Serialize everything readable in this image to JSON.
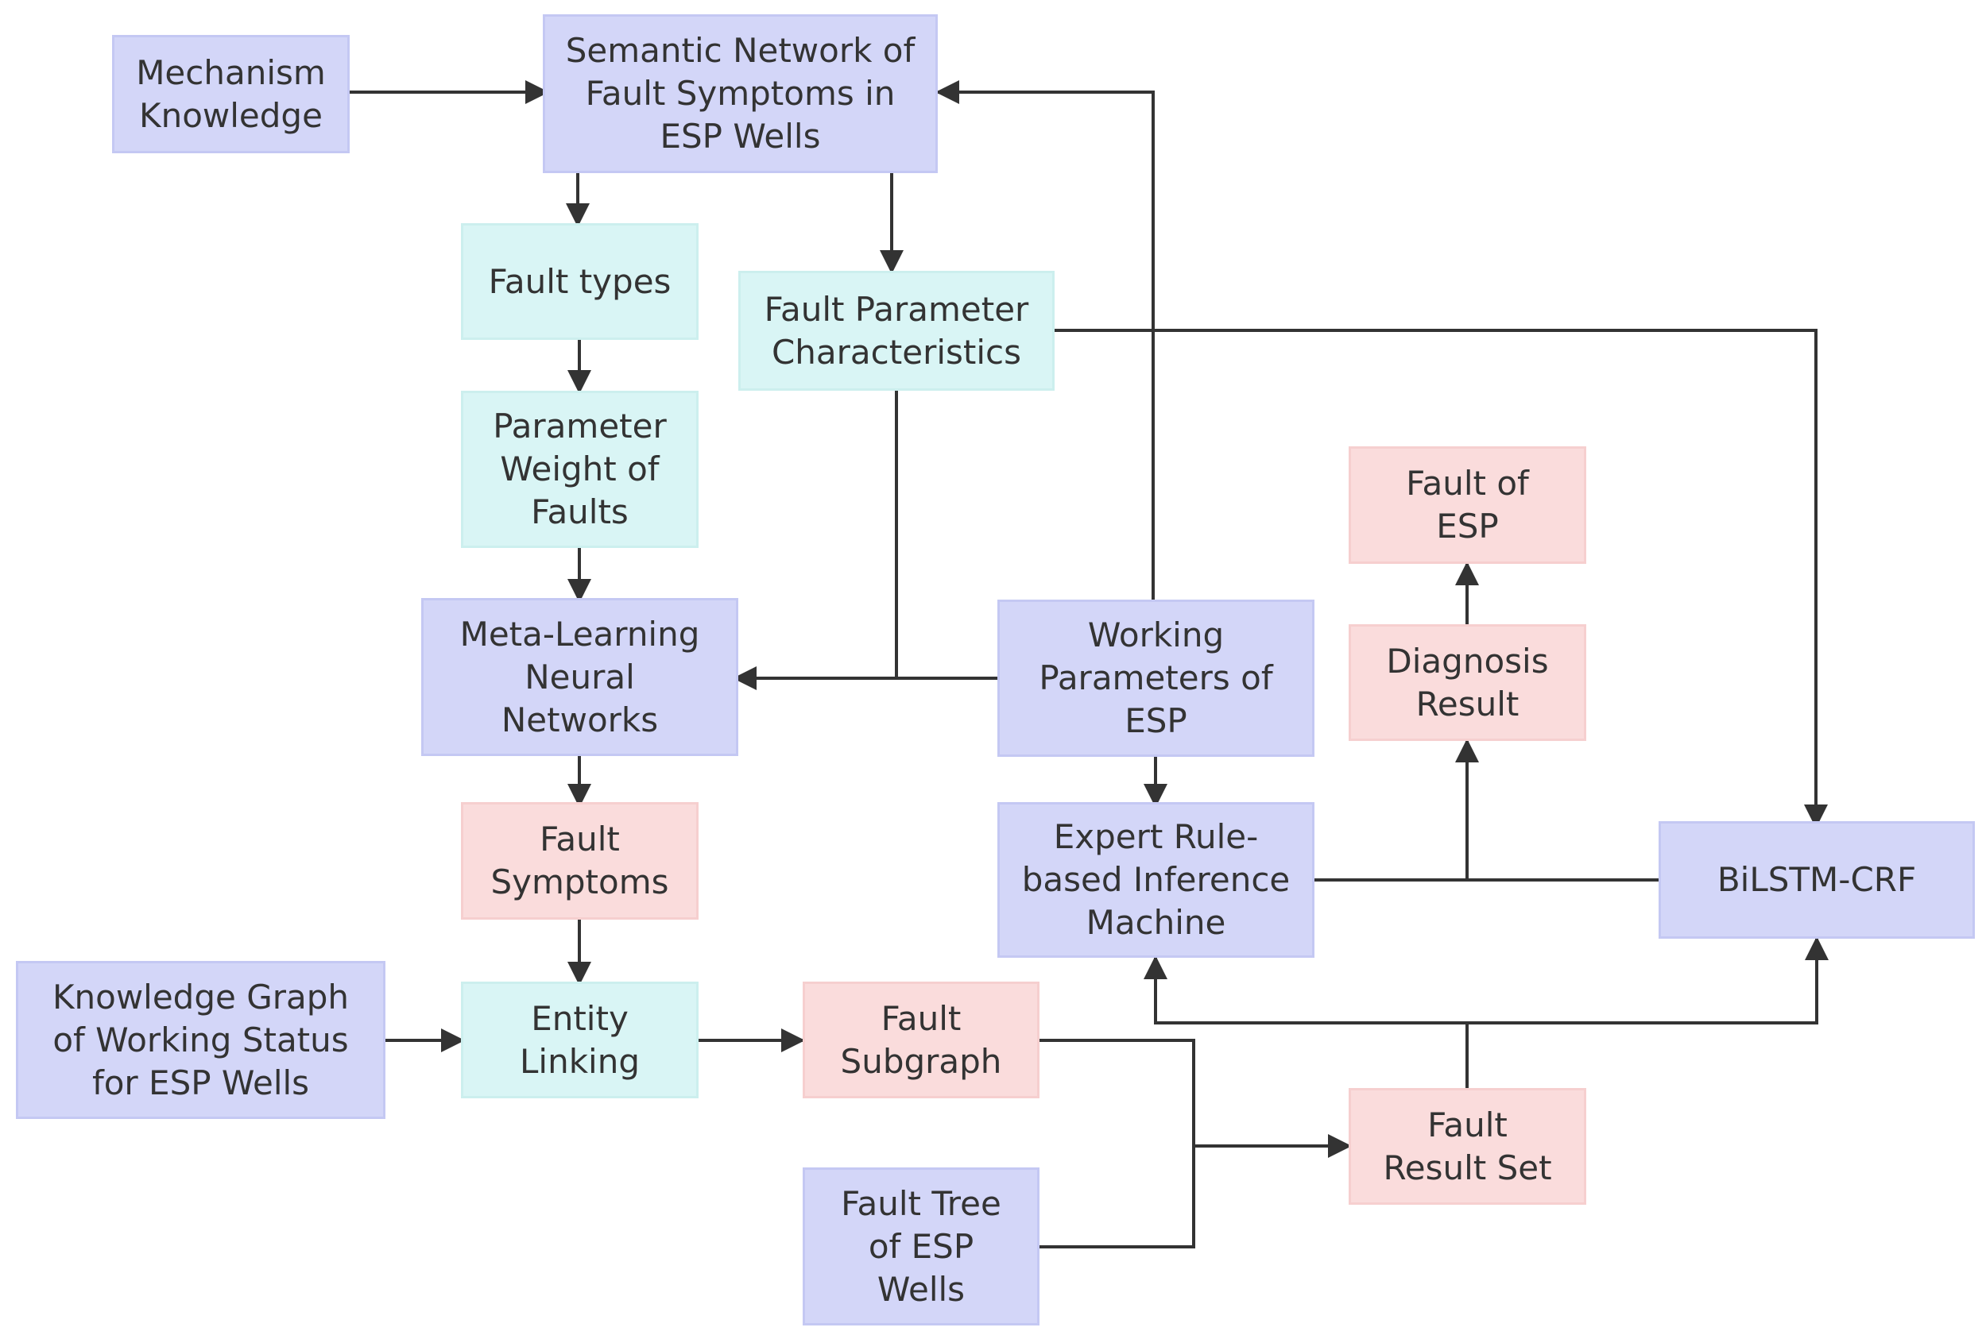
{
  "nodes": {
    "mechanism": "Mechanism\nKnowledge",
    "semantic": "Semantic Network of\nFault Symptoms in\nESP Wells",
    "fault_types": "Fault types",
    "fault_param": "Fault Parameter\nCharacteristics",
    "param_weight": "Parameter\nWeight of\nFaults",
    "meta_learning": "Meta-Learning\nNeural\nNetworks",
    "working_params": "Working\nParameters of\nESP",
    "fault_of_esp": "Fault of\nESP",
    "diagnosis_result": "Diagnosis\nResult",
    "fault_symptoms": "Fault\nSymptoms",
    "expert_rule": "Expert Rule-\nbased Inference\nMachine",
    "bilstm": "BiLSTM-CRF",
    "knowledge_graph": "Knowledge Graph\nof Working Status\nfor ESP Wells",
    "entity_linking": "Entity\nLinking",
    "fault_subgraph": "Fault\nSubgraph",
    "fault_result_set": "Fault\nResult Set",
    "fault_tree": "Fault Tree\nof ESP\nWells"
  },
  "colors": {
    "purple_fill": "#d3d6f8",
    "teal_fill": "#d9f5f5",
    "pink_fill": "#fadcdc",
    "edge": "#333333"
  }
}
